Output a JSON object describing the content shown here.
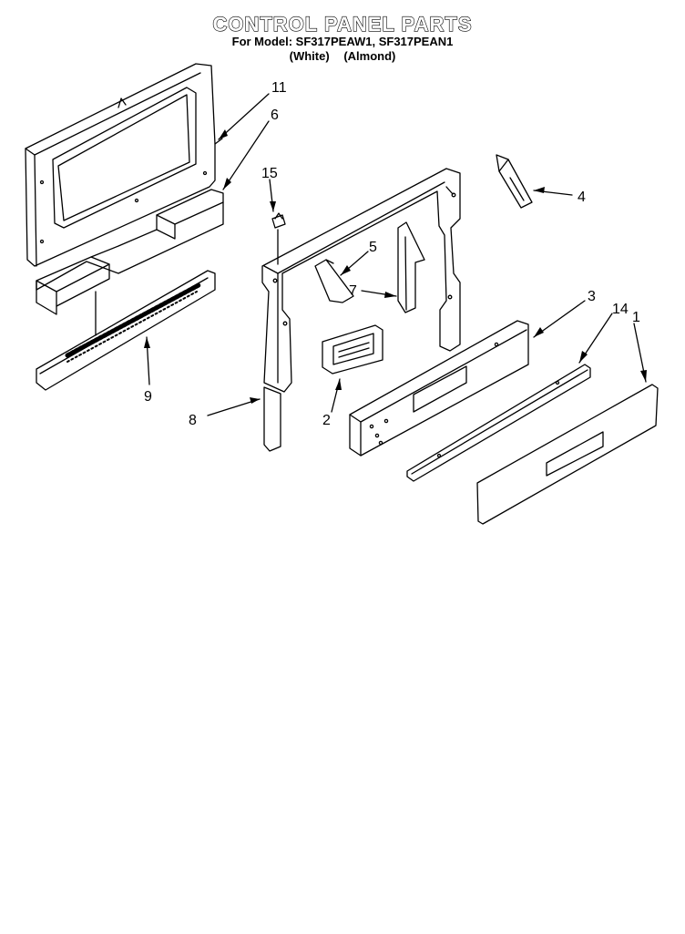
{
  "header": {
    "title": "CONTROL PANEL PARTS",
    "model_line": "For Model: SF317PEAW1, SF317PEAN1",
    "variant_white": "(White)",
    "variant_almond": "(Almond)"
  },
  "callouts": [
    {
      "id": "c11",
      "label": "11"
    },
    {
      "id": "c6",
      "label": "6"
    },
    {
      "id": "c15",
      "label": "15"
    },
    {
      "id": "c4",
      "label": "4"
    },
    {
      "id": "c5",
      "label": "5"
    },
    {
      "id": "c7",
      "label": "7"
    },
    {
      "id": "c3",
      "label": "3"
    },
    {
      "id": "c14",
      "label": "14"
    },
    {
      "id": "c1",
      "label": "1"
    },
    {
      "id": "c9",
      "label": "9"
    },
    {
      "id": "c8",
      "label": "8"
    },
    {
      "id": "c2",
      "label": "2"
    }
  ]
}
